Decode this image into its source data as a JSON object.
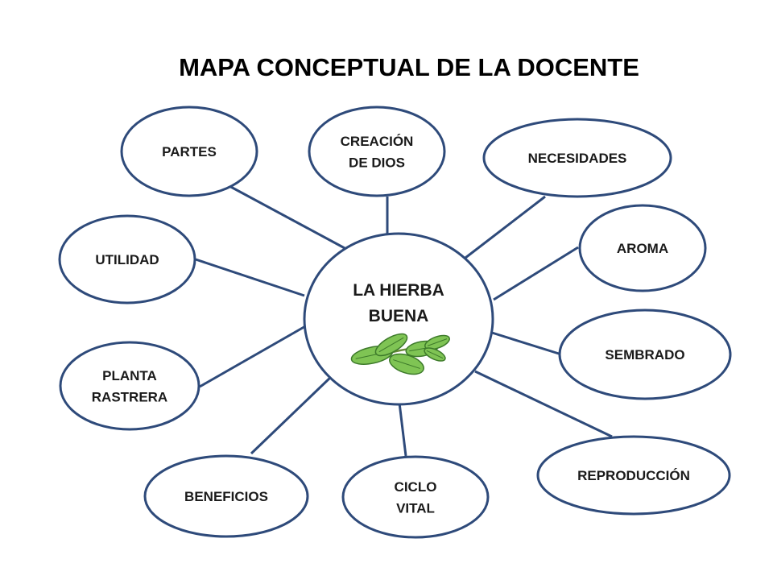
{
  "title": "MAPA CONCEPTUAL DE LA DOCENTE",
  "center": {
    "lines": [
      "LA HIERBA",
      "BUENA"
    ],
    "image": "mint-sprig"
  },
  "nodes": [
    {
      "id": "partes",
      "lines": [
        "PARTES"
      ]
    },
    {
      "id": "creacion-de-dios",
      "lines": [
        "CREACIÓN",
        "DE DIOS"
      ]
    },
    {
      "id": "necesidades",
      "lines": [
        "NECESIDADES"
      ]
    },
    {
      "id": "aroma",
      "lines": [
        "AROMA"
      ]
    },
    {
      "id": "sembrado",
      "lines": [
        "SEMBRADO"
      ]
    },
    {
      "id": "reproduccion",
      "lines": [
        "REPRODUCCIÓN"
      ]
    },
    {
      "id": "ciclo-vital",
      "lines": [
        "CICLO",
        "VITAL"
      ]
    },
    {
      "id": "beneficios",
      "lines": [
        "BENEFICIOS"
      ]
    },
    {
      "id": "planta-rastrera",
      "lines": [
        "PLANTA",
        "RASTRERA"
      ]
    },
    {
      "id": "utilidad",
      "lines": [
        "UTILIDAD"
      ]
    }
  ],
  "colors": {
    "stroke": "#2e4a7a",
    "text": "#1a1a1a",
    "leaf_dark": "#3d7a2a",
    "leaf_light": "#7fc454"
  }
}
